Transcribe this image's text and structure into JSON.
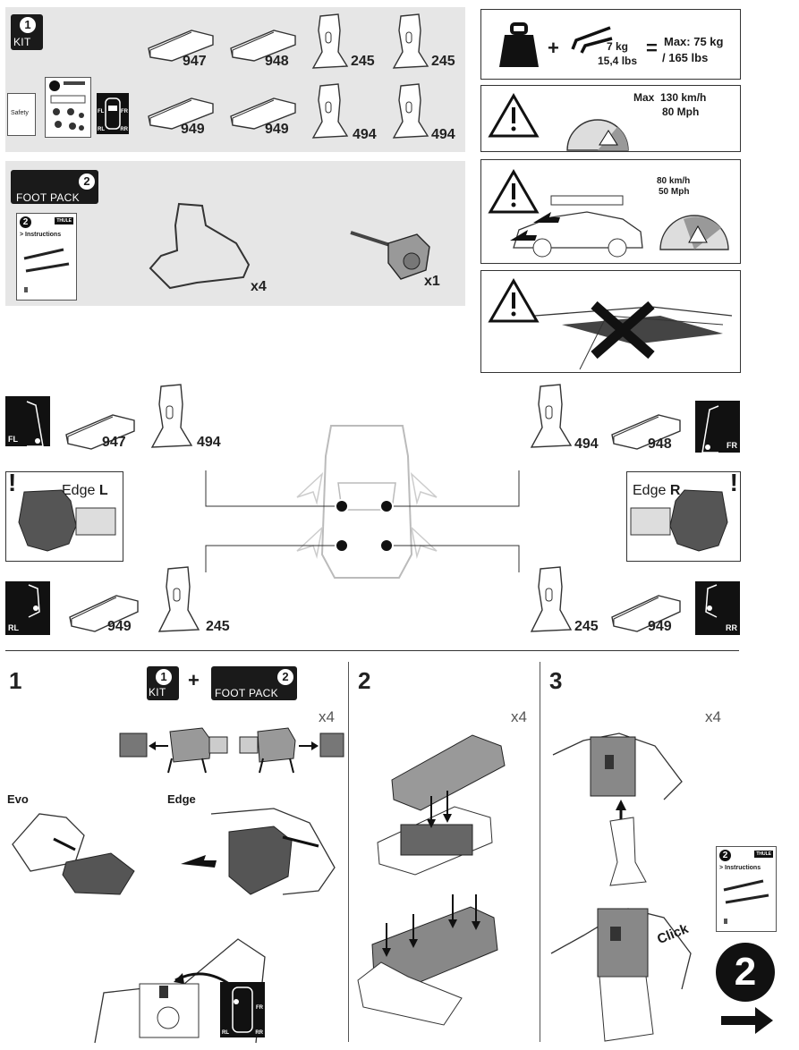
{
  "kit": {
    "badge_num": "1",
    "badge_label": "KIT"
  },
  "kit_parts": {
    "pad_947": "947",
    "pad_948": "948",
    "pad_949a": "949",
    "pad_949b": "949",
    "foot_245a": "245",
    "foot_245b": "245",
    "foot_494a": "494",
    "foot_494b": "494"
  },
  "kit_docs": {
    "safety": "Safety",
    "map_fl": "FL",
    "map_fr": "FR",
    "map_rl": "RL",
    "map_rr": "RR"
  },
  "foot_pack": {
    "badge_num": "2",
    "badge_label": "FOOT PACK",
    "booklet_num": "2",
    "booklet_text": "> Instructions",
    "booklet_brand": "THULE",
    "foot_qty": "x4",
    "tool_qty": "x1"
  },
  "load": {
    "plus": "+",
    "weight": "7 kg",
    "weight_lbs": "15,4 lbs",
    "equals": "=",
    "max": "Max: 75 kg",
    "max_lbs": "/ 165 lbs"
  },
  "speed_limit": {
    "line1": "Max  130 km/h",
    "line2": "80 Mph"
  },
  "speed_limit_load": {
    "line1": "80 km/h",
    "line2": "50 Mph"
  },
  "positions": {
    "fl": {
      "corner": "FL",
      "pad": "947",
      "foot": "494"
    },
    "fr": {
      "corner": "FR",
      "pad": "948",
      "foot": "494"
    },
    "rl": {
      "corner": "RL",
      "pad": "949",
      "foot": "245"
    },
    "rr": {
      "corner": "RR",
      "pad": "949",
      "foot": "245"
    },
    "edge_l": {
      "text": "Edge ",
      "side": "L"
    },
    "edge_r": {
      "text": "Edge ",
      "side": "R"
    }
  },
  "step1": {
    "num": "1",
    "kit_num": "1",
    "kit_label": "KIT",
    "plus": "+",
    "fp_num": "2",
    "fp_label": "FOOT PACK",
    "qty": "x4",
    "evo": "Evo",
    "edge": "Edge",
    "map_fr": "FR",
    "map_rl": "RL",
    "map_rr": "RR"
  },
  "step2": {
    "num": "2",
    "qty": "x4"
  },
  "step3": {
    "num": "3",
    "qty": "x4",
    "click": "Click",
    "booklet_num": "2",
    "booklet_text": "> Instructions",
    "booklet_brand": "THULE"
  },
  "next": {
    "num": "2"
  }
}
